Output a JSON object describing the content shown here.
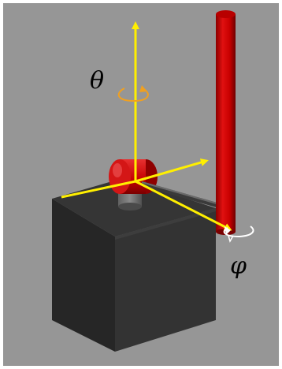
{
  "labels": {
    "theta": "θ",
    "phi": "φ"
  },
  "colors": {
    "background": "#969696",
    "frame": "#ffffff",
    "axis": "#ffef00",
    "pole": "#c80000",
    "joint": "#cc0000",
    "base_block": "#2e2e2e",
    "theta_arrow": "#f0a020",
    "phi_arrow": "#ffffff"
  },
  "parts": {
    "axes": [
      "vertical-axis",
      "forward-axis",
      "lateral-axis"
    ],
    "rotations": [
      "theta-rotation",
      "phi-rotation"
    ],
    "objects": [
      "base-block",
      "pivot-post",
      "red-joint",
      "connecting-rod",
      "red-pole"
    ]
  }
}
